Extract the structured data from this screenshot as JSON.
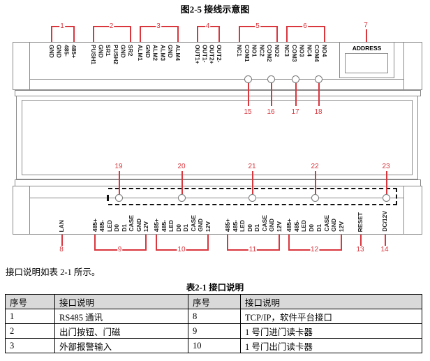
{
  "figure": {
    "title": "图2-5  接线示意图",
    "top_groups": [
      {
        "number": "1",
        "labels": [
          "GND",
          "GND",
          "485-",
          "485+"
        ]
      },
      {
        "number": "2",
        "labels": [
          "PUSH1",
          "GND",
          "SR1",
          "PUSH2",
          "GND",
          "SR2"
        ]
      },
      {
        "number": "3",
        "labels": [
          "ALM1",
          "GND",
          "ALM2",
          "ALM3",
          "GND",
          "ALM4"
        ]
      },
      {
        "number": "4",
        "labels": [
          "OUT1+",
          "OUT1-",
          "OUT2+",
          "OUT2-"
        ]
      },
      {
        "number": "5",
        "labels": [
          "NC1",
          "COM1",
          "NO1",
          "NC2",
          "COM2",
          "NO2"
        ]
      },
      {
        "number": "6",
        "labels": [
          "NC3",
          "COM3",
          "NO3",
          "NC4",
          "COM4",
          "NO4"
        ]
      }
    ],
    "address": {
      "number": "7",
      "label": "ADDRESS"
    },
    "top_leds": [
      "15",
      "16",
      "17",
      "18"
    ],
    "bottom_leds": [
      "19",
      "20",
      "21",
      "22",
      "23"
    ],
    "lan": {
      "number": "8",
      "label": "LAN"
    },
    "bottom_groups": [
      {
        "number": "9",
        "labels": [
          "485+",
          "485-",
          "LED",
          "D0",
          "D1",
          "CASE",
          "GND",
          "12V"
        ]
      },
      {
        "number": "10",
        "labels": [
          "485+",
          "485-",
          "LED",
          "D0",
          "D1",
          "CASE",
          "GND",
          "12V"
        ]
      },
      {
        "number": "11",
        "labels": [
          "485+",
          "485-",
          "LED",
          "D0",
          "D1",
          "CASE",
          "GND",
          "12V"
        ]
      },
      {
        "number": "12",
        "labels": [
          "485+",
          "485-",
          "LED",
          "D0",
          "D1",
          "CASE",
          "GND",
          "12V"
        ]
      }
    ],
    "reset": {
      "number": "13",
      "label": "RESET"
    },
    "power": {
      "number": "14",
      "label": "DC/12V"
    },
    "accent_color": "#d9363e"
  },
  "intro_text": "接口说明如表 2-1 所示。",
  "table": {
    "caption": "表2-1  接口说明",
    "headers": [
      "序号",
      "接口说明",
      "序号",
      "接口说明"
    ],
    "rows": [
      [
        "1",
        "RS485 通讯",
        "8",
        "TCP/IP，软件平台接口"
      ],
      [
        "2",
        "出门按钮、门磁",
        "9",
        "1 号门进门读卡器"
      ],
      [
        "3",
        "外部报警输入",
        "10",
        "1 号门出门读卡器"
      ]
    ]
  }
}
